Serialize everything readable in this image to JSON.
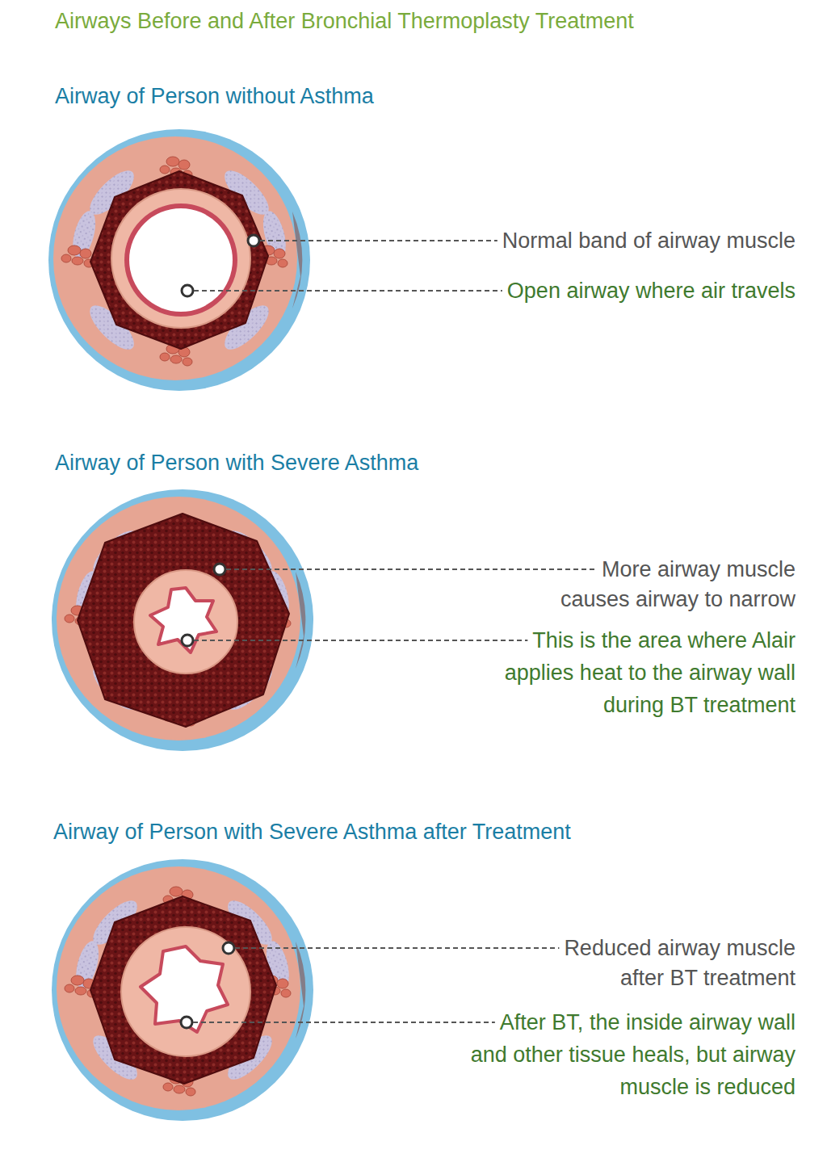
{
  "diagram": {
    "title": "Airways Before and After Bronchial Thermoplasty Treatment",
    "labels": [
      "Airway of Person without Asthma",
      "Normal band of airway muscle",
      "Open airway where air travels",
      "Airway of Person with Severe Asthma",
      "More airway muscle causes airway to narrow",
      "This is the area where Alair applies heat to the airway wall during BT treatment",
      "Airway of Person with Severe Asthma after Treatment",
      "Reduced airway muscle after BT treatment",
      "After BT, the inside airway wall and other tissue heals, but airway muscle is reduced"
    ]
  }
}
